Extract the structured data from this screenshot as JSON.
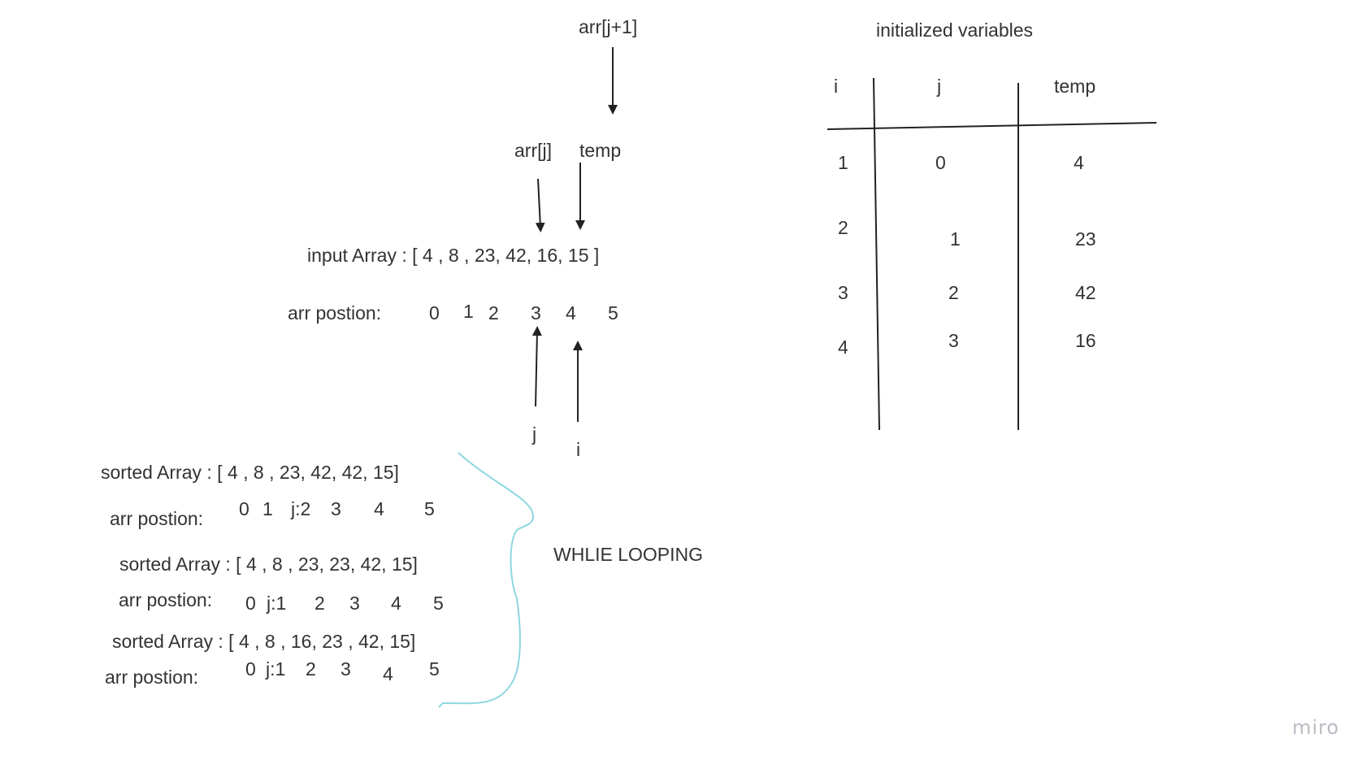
{
  "top_labels": {
    "arr_j_plus_1": "arr[j+1]",
    "arr_j": "arr[j]",
    "temp": "temp",
    "j_pointer": "j",
    "i_pointer": "i"
  },
  "input": {
    "label": "input Array : [ 4 , 8 , 23, 42, 16, 15 ]",
    "position_label": "arr postion:",
    "positions": [
      "0",
      "1",
      "2",
      "3",
      "4",
      "5"
    ]
  },
  "loop": {
    "label": "WHLIE LOOPING",
    "steps": [
      {
        "array": "sorted Array : [ 4 , 8 , 23, 42, 42, 15]",
        "position_label": "arr postion:",
        "positions": [
          "0",
          "1",
          "j:2",
          "3",
          "4",
          "5"
        ]
      },
      {
        "array": "sorted Array : [ 4 , 8 , 23, 23, 42, 15]",
        "position_label": "arr postion:",
        "positions": [
          "0",
          "j:1",
          "2",
          "3",
          "4",
          "5"
        ]
      },
      {
        "array": "sorted Array : [ 4 , 8 , 16, 23 , 42, 15]",
        "position_label": "arr postion:",
        "positions": [
          "0",
          "j:1",
          "2",
          "3",
          "4",
          "5"
        ]
      }
    ]
  },
  "table": {
    "title": "initialized variables",
    "headers": [
      "i",
      "j",
      "temp"
    ],
    "rows": [
      [
        "1",
        "0",
        "4"
      ],
      [
        "2",
        "1",
        "23"
      ],
      [
        "3",
        "2",
        "42"
      ],
      [
        "4",
        "3",
        "16"
      ]
    ]
  },
  "brand": "miro",
  "colors": {
    "ink": "#333333",
    "brace": "#8fd6e0",
    "logo": "#b9bcc4"
  }
}
